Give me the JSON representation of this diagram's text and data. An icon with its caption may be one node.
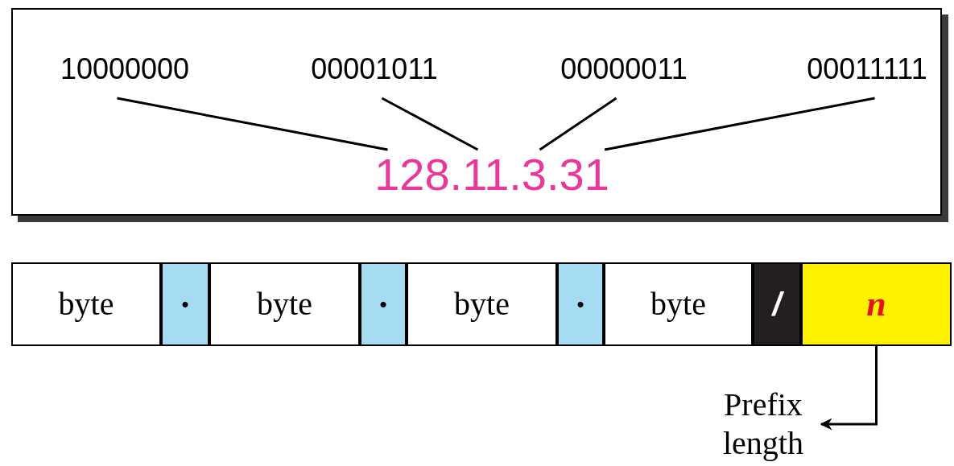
{
  "diagram": {
    "nodes": [
      {
        "text": [],
        "shape": "box"
      },
      {
        "text": [
          "10000000"
        ],
        "in": 0
      },
      {
        "text": [
          "00001011"
        ],
        "in": 0
      },
      {
        "text": [
          "00000011"
        ],
        "in": 0
      },
      {
        "text": [
          "00011111"
        ],
        "in": 0
      },
      {
        "text": [
          "128.11.3.31"
        ],
        "in": 0
      },
      {
        "text": [
          "byte"
        ]
      },
      {
        "text": [
          "•"
        ]
      },
      {
        "text": [
          "byte"
        ]
      },
      {
        "text": [
          "•"
        ]
      },
      {
        "text": [
          "byte"
        ]
      },
      {
        "text": [
          "•"
        ]
      },
      {
        "text": [
          "byte"
        ]
      },
      {
        "text": [
          "/"
        ]
      },
      {
        "text": [
          "n"
        ]
      },
      {
        "text": [
          "Prefix length"
        ]
      }
    ],
    "edges": [
      {
        "from": 1,
        "to": 5,
        "arrow": "none"
      },
      {
        "from": 2,
        "to": 5,
        "arrow": "none"
      },
      {
        "from": 3,
        "to": 5,
        "arrow": "none"
      },
      {
        "from": 4,
        "to": 5,
        "arrow": "none"
      },
      {
        "from": 14,
        "to": 15,
        "arrow": "to"
      }
    ]
  }
}
